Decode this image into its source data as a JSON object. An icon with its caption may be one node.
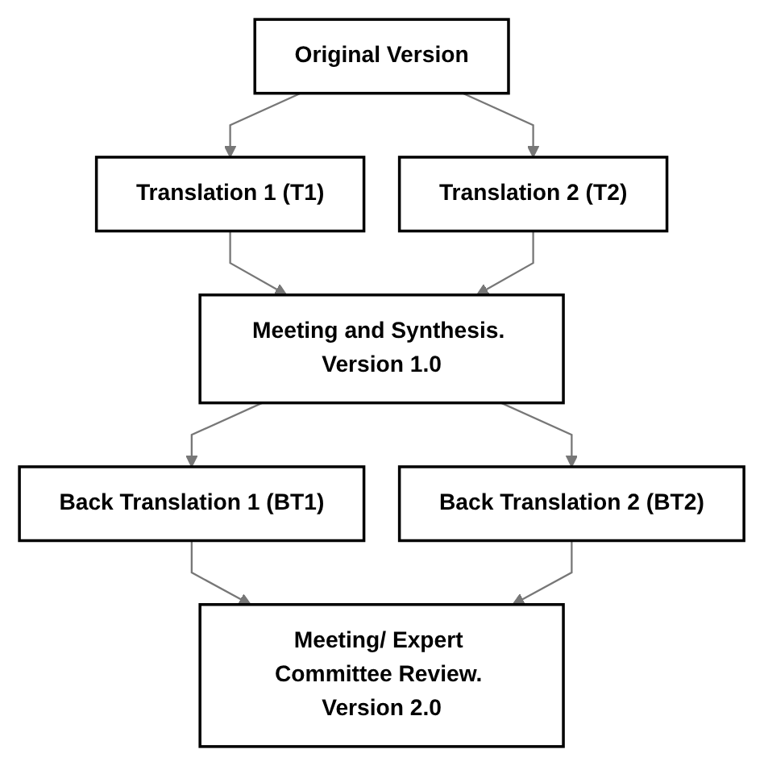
{
  "diagram": {
    "nodes": [
      {
        "text": [
          "Original Version"
        ]
      },
      {
        "text": [
          "Translation 1 (T1)"
        ]
      },
      {
        "text": [
          "Translation 2 (T2)"
        ]
      },
      {
        "text": [
          "Meeting and Synthesis. Version 1.0"
        ]
      },
      {
        "text": [
          "Back Translation 1 (BT1)"
        ]
      },
      {
        "text": [
          "Back Translation 2 (BT2)"
        ]
      },
      {
        "text": [
          "Meeting/ Expert Committee Review. Version 2.0"
        ]
      }
    ],
    "edges": [
      {
        "from": 0,
        "to": 1,
        "arrow": "to"
      },
      {
        "from": 0,
        "to": 2,
        "arrow": "to"
      },
      {
        "from": 1,
        "to": 3,
        "arrow": "to"
      },
      {
        "from": 2,
        "to": 3,
        "arrow": "to"
      },
      {
        "from": 3,
        "to": 4,
        "arrow": "to"
      },
      {
        "from": 3,
        "to": 5,
        "arrow": "to"
      },
      {
        "from": 4,
        "to": 6,
        "arrow": "to"
      },
      {
        "from": 5,
        "to": 6,
        "arrow": "to"
      }
    ]
  }
}
